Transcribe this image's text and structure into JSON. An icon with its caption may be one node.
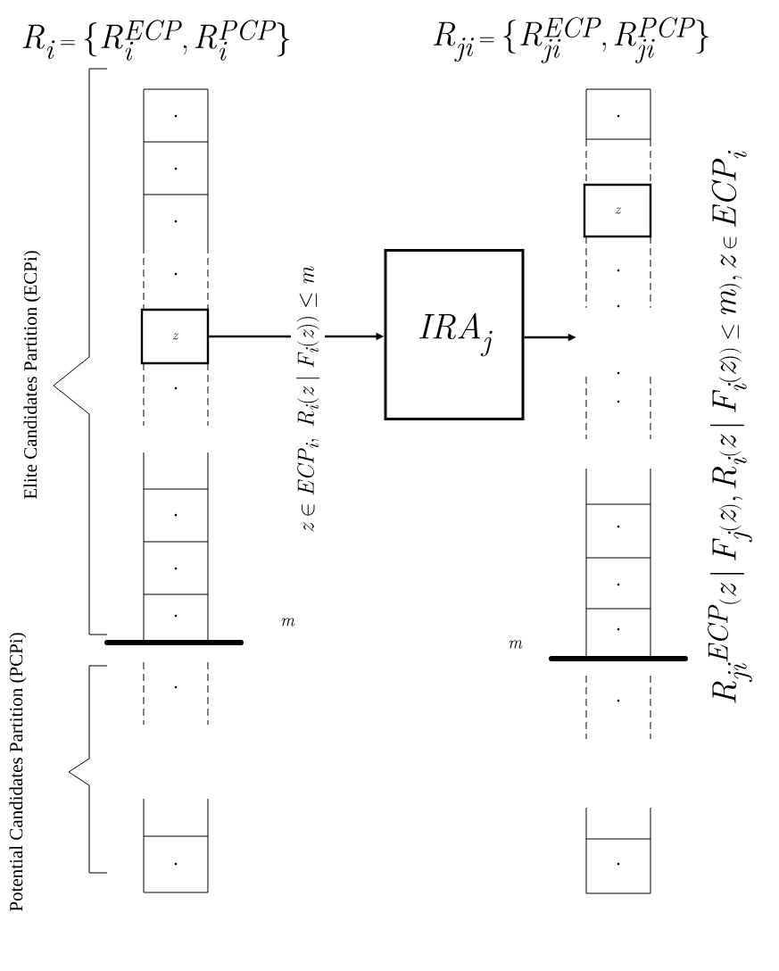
{
  "diagram": {
    "nodes": [
      {
        "text": [
          "z"
        ]
      },
      {
        "text": [
          "IRA_j"
        ]
      },
      {
        "text": [
          "z"
        ]
      }
    ],
    "edges": [
      {
        "from": 0,
        "to": 1,
        "arrow": "to",
        "label": "z \\in ECP_i,\\; R_i(z \\mid F_i(z)) \\le m"
      },
      {
        "from": 1,
        "to": 2,
        "arrow": "to"
      }
    ],
    "labels": [
      "R_i = \\{R_i^{ECP}, R_i^{PCP}\\}",
      "R_{ji} = \\{R_{ji}^{ECP}, R_{ji}^{PCP}\\}",
      "Elite Candidates Partition (ECPi)",
      "m",
      "m",
      "R_{ji}{}^{ECP}(z \\mid F_j(z), R_i(z \\mid F_i(z)) \\le m), z \\in ECP_i",
      "Potential Candidates Partition (PCPi)"
    ]
  }
}
